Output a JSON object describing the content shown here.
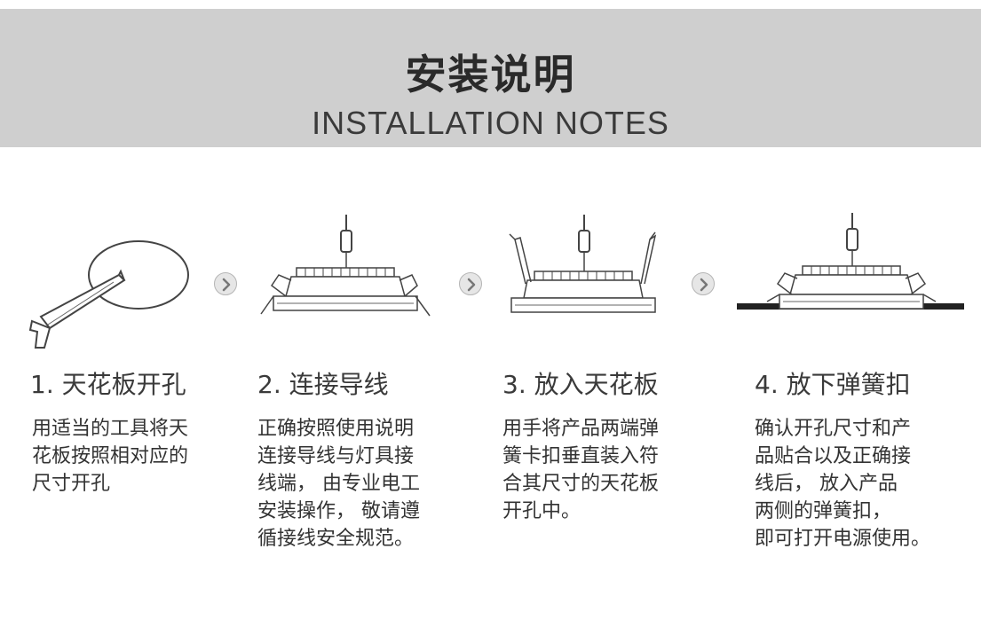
{
  "header": {
    "title_cn": "安装说明",
    "title_en": "INSTALLATION NOTES"
  },
  "steps": [
    {
      "title": "1. 天花板开孔",
      "desc_lines": [
        "用适当的工具将天",
        "花板按照相对应的",
        "尺寸开孔"
      ]
    },
    {
      "title": "2. 连接导线",
      "desc_lines": [
        "正确按照使用说明",
        "连接导线与灯具接",
        "线端， 由专业电工",
        "安装操作， 敬请遵",
        "循接线安全规范。"
      ]
    },
    {
      "title": "3. 放入天花板",
      "desc_lines": [
        "用手将产品两端弹",
        "簧卡扣垂直装入符",
        "合其尺寸的天花板",
        "开孔中。"
      ]
    },
    {
      "title": "4. 放下弹簧扣",
      "desc_lines": [
        "确认开孔尺寸和产",
        "品贴合以及正确接",
        "线后， 放入产品",
        "两侧的弹簧扣，",
        "即可打开电源使用。"
      ]
    }
  ],
  "icons": {
    "arrow": "chevron-right-circle-icon"
  },
  "colors": {
    "header_bg": "#cfcfcf",
    "text": "#333333"
  }
}
